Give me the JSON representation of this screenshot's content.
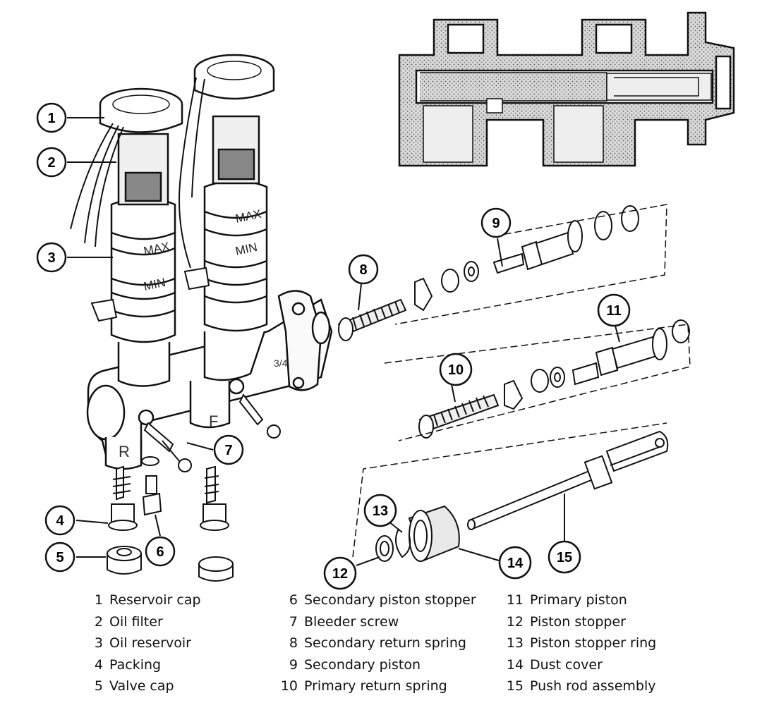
{
  "callouts": [
    {
      "n": "1"
    },
    {
      "n": "2"
    },
    {
      "n": "3"
    },
    {
      "n": "4"
    },
    {
      "n": "5"
    },
    {
      "n": "6"
    },
    {
      "n": "7"
    },
    {
      "n": "8"
    },
    {
      "n": "9"
    },
    {
      "n": "10"
    },
    {
      "n": "11"
    },
    {
      "n": "12"
    },
    {
      "n": "13"
    },
    {
      "n": "14"
    },
    {
      "n": "15"
    }
  ],
  "legend": [
    {
      "n": "1",
      "label": "Reservoir cap"
    },
    {
      "n": "2",
      "label": "Oil filter"
    },
    {
      "n": "3",
      "label": "Oil reservoir"
    },
    {
      "n": "4",
      "label": "Packing"
    },
    {
      "n": "5",
      "label": "Valve cap"
    },
    {
      "n": "6",
      "label": "Secondary piston stopper"
    },
    {
      "n": "7",
      "label": "Bleeder screw"
    },
    {
      "n": "8",
      "label": "Secondary return spring"
    },
    {
      "n": "9",
      "label": "Secondary piston"
    },
    {
      "n": "10",
      "label": "Primary return spring"
    },
    {
      "n": "11",
      "label": "Primary piston"
    },
    {
      "n": "12",
      "label": "Piston stopper"
    },
    {
      "n": "13",
      "label": "Piston stopper ring"
    },
    {
      "n": "14",
      "label": "Dust cover"
    },
    {
      "n": "15",
      "label": "Push rod assembly"
    }
  ],
  "body_marks": {
    "rear": "R",
    "front": "F",
    "level_max": "MAX",
    "level_min": "MIN",
    "fraction": "3/4"
  }
}
